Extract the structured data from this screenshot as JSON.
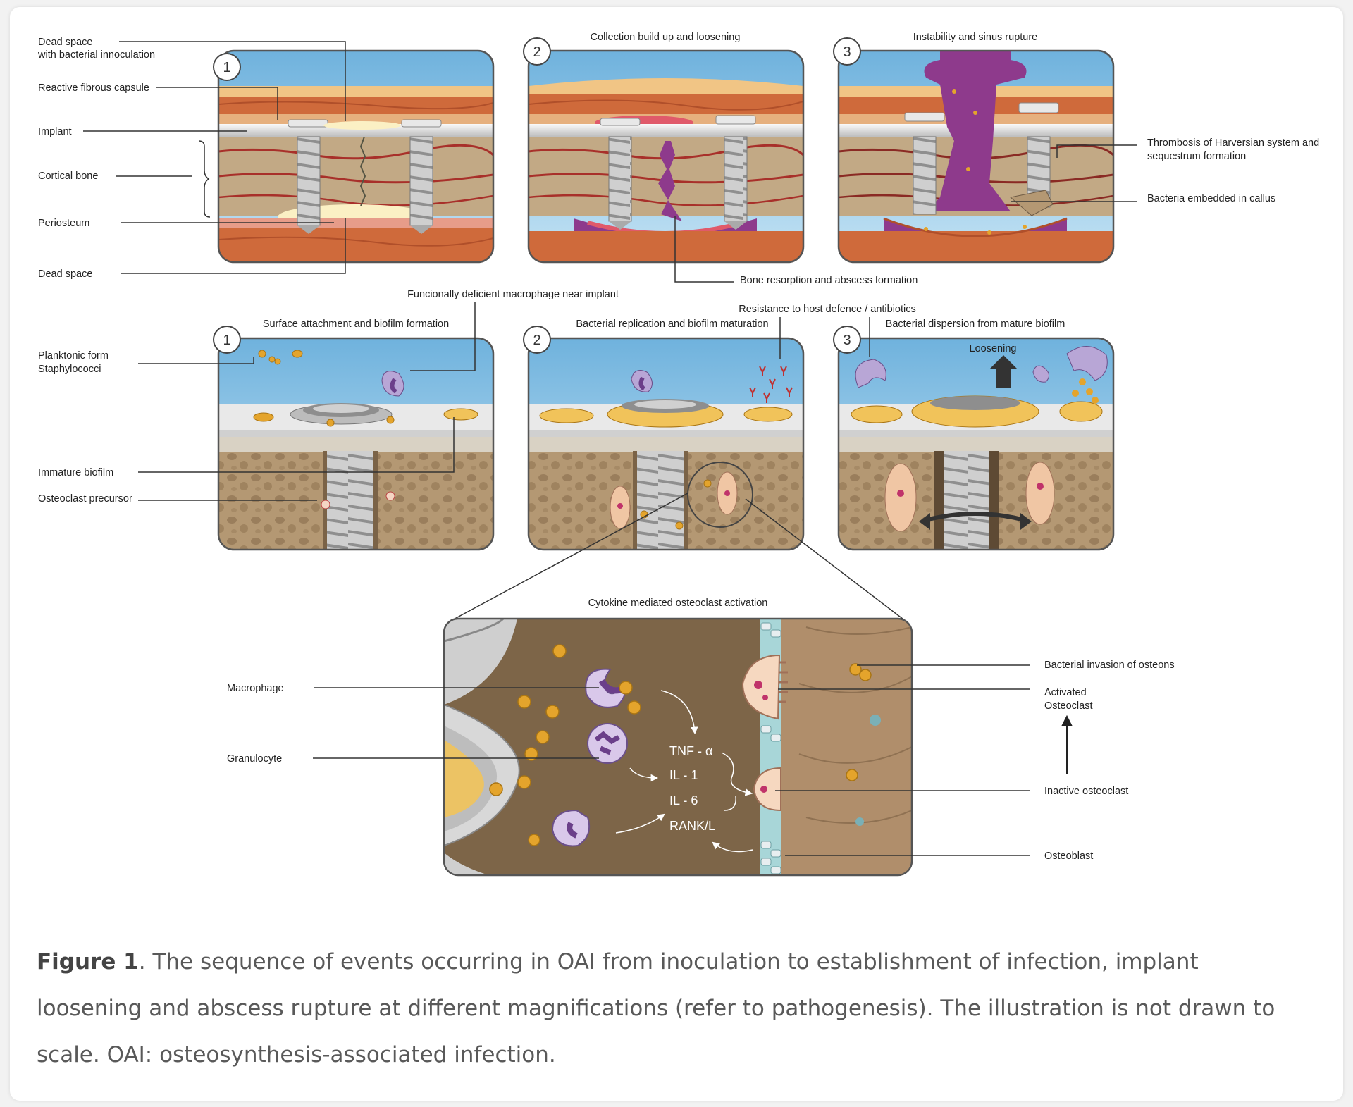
{
  "caption": {
    "label": "Figure 1",
    "text": ". The sequence of events occurring in OAI from inoculation to establishment of infection, implant loosening and abscess rupture at different magnifications (refer to pathogenesis). The illustration is not drawn to scale. OAI: osteosynthesis-associated infection."
  },
  "top_row": {
    "panel_numbers": [
      "1",
      "2",
      "3"
    ],
    "titles": [
      "Collection build up and loosening",
      "Instability and sinus rupture"
    ],
    "left_labels": [
      "Dead space",
      "with bacterial innoculation",
      "Reactive fibrous capsule",
      "Implant",
      "Cortical bone",
      "Periosteum",
      "Dead space"
    ],
    "right_labels": [
      "Thrombosis of Harversian system and",
      "sequestrum formation",
      "Bacteria embedded in callus"
    ],
    "bottom_label": "Bone resorption and abscess formation"
  },
  "middle_row": {
    "panel_numbers": [
      "1",
      "2",
      "3"
    ],
    "top_labels": [
      "Funcionally deficient macrophage near implant",
      "Resistance to host defence / antibiotics"
    ],
    "titles": [
      "Surface attachment and biofilm formation",
      "Bacterial replication and biofilm maturation",
      "Bacterial dispersion from mature biofilm"
    ],
    "loosening": "Loosening",
    "left_labels": [
      "Planktonic form",
      "Staphylococci",
      "Immature biofilm",
      "Osteoclast precursor"
    ]
  },
  "bottom": {
    "title": "Cytokine mediated osteoclast activation",
    "cytokines": [
      "TNF - α",
      "IL - 1",
      "IL - 6",
      "RANK/L"
    ],
    "left_labels": [
      "Macrophage",
      "Granulocyte"
    ],
    "right_labels": [
      "Bacterial invasion of osteons",
      "Activated",
      "Osteoclast",
      "Inactive osteoclast",
      "Osteoblast"
    ]
  },
  "colors": {
    "sky": "#8cc5e6",
    "muscle": "#d06a3a",
    "fat": "#f2c27e",
    "bone": "#b59a78",
    "vessel": "#a8302a",
    "implant": "#d7d7d7",
    "abscess": "#8e3a8c",
    "bacteria": "#e4a42c",
    "bone_marrow": "#7d6548"
  }
}
